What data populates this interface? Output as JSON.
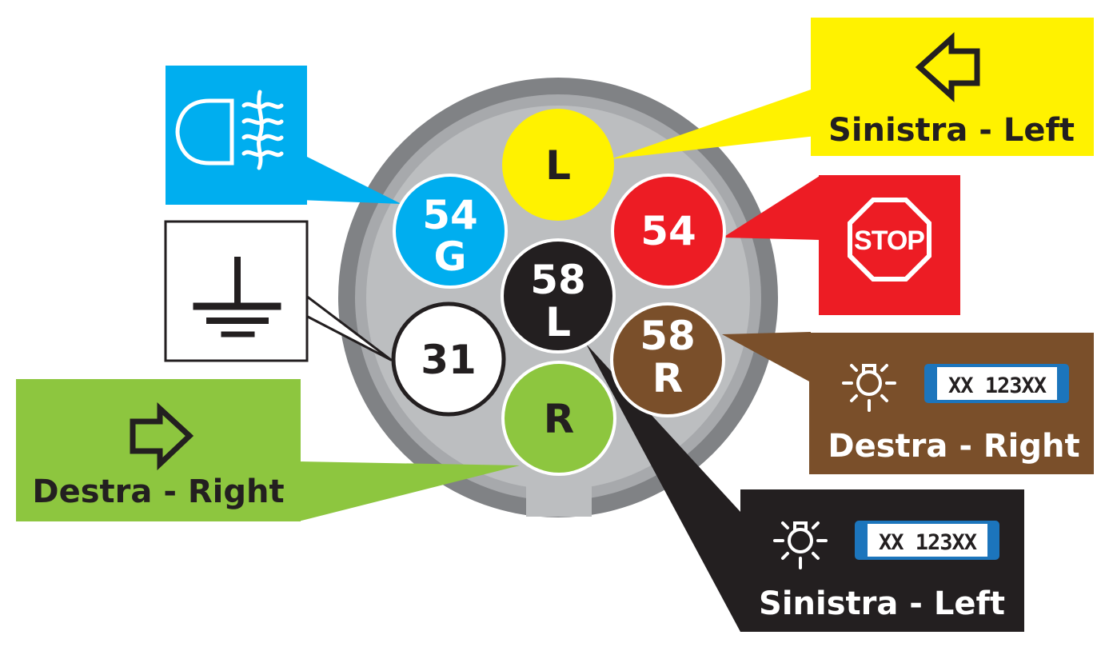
{
  "colors": {
    "yellow": "#fff200",
    "blue": "#00aeef",
    "red": "#ed1c24",
    "brown": "#7a4f2a",
    "green": "#8dc63f",
    "black": "#231f20",
    "white": "#ffffff",
    "socket_outer": "#808285",
    "socket_ring": "#a7a9ac",
    "socket_face": "#bcbec0"
  },
  "pins": {
    "left_turn": {
      "line1": "L",
      "line2": ""
    },
    "fog": {
      "line1": "54",
      "line2": "G"
    },
    "stop": {
      "line1": "54",
      "line2": ""
    },
    "tail_left": {
      "line1": "58",
      "line2": "L"
    },
    "ground": {
      "line1": "31",
      "line2": ""
    },
    "tail_right": {
      "line1": "58",
      "line2": "R"
    },
    "right_turn": {
      "line1": "R",
      "line2": ""
    }
  },
  "labels": {
    "left_turn": "Sinistra - Left",
    "stop_sign": "STOP",
    "tail_right": "Destra - Right",
    "tail_left": "Sinistra - Left",
    "right_turn": "Destra - Right",
    "plate_right": "XX 123XX",
    "plate_left": "XX 123XX"
  },
  "icons": {
    "fog": "fog-lamp-icon",
    "ground": "ground-symbol-icon",
    "left_turn": "arrow-left-icon",
    "right_turn": "arrow-right-icon",
    "stop": "stop-sign-icon",
    "tail": "lamp-icon",
    "plate": "license-plate-icon"
  }
}
